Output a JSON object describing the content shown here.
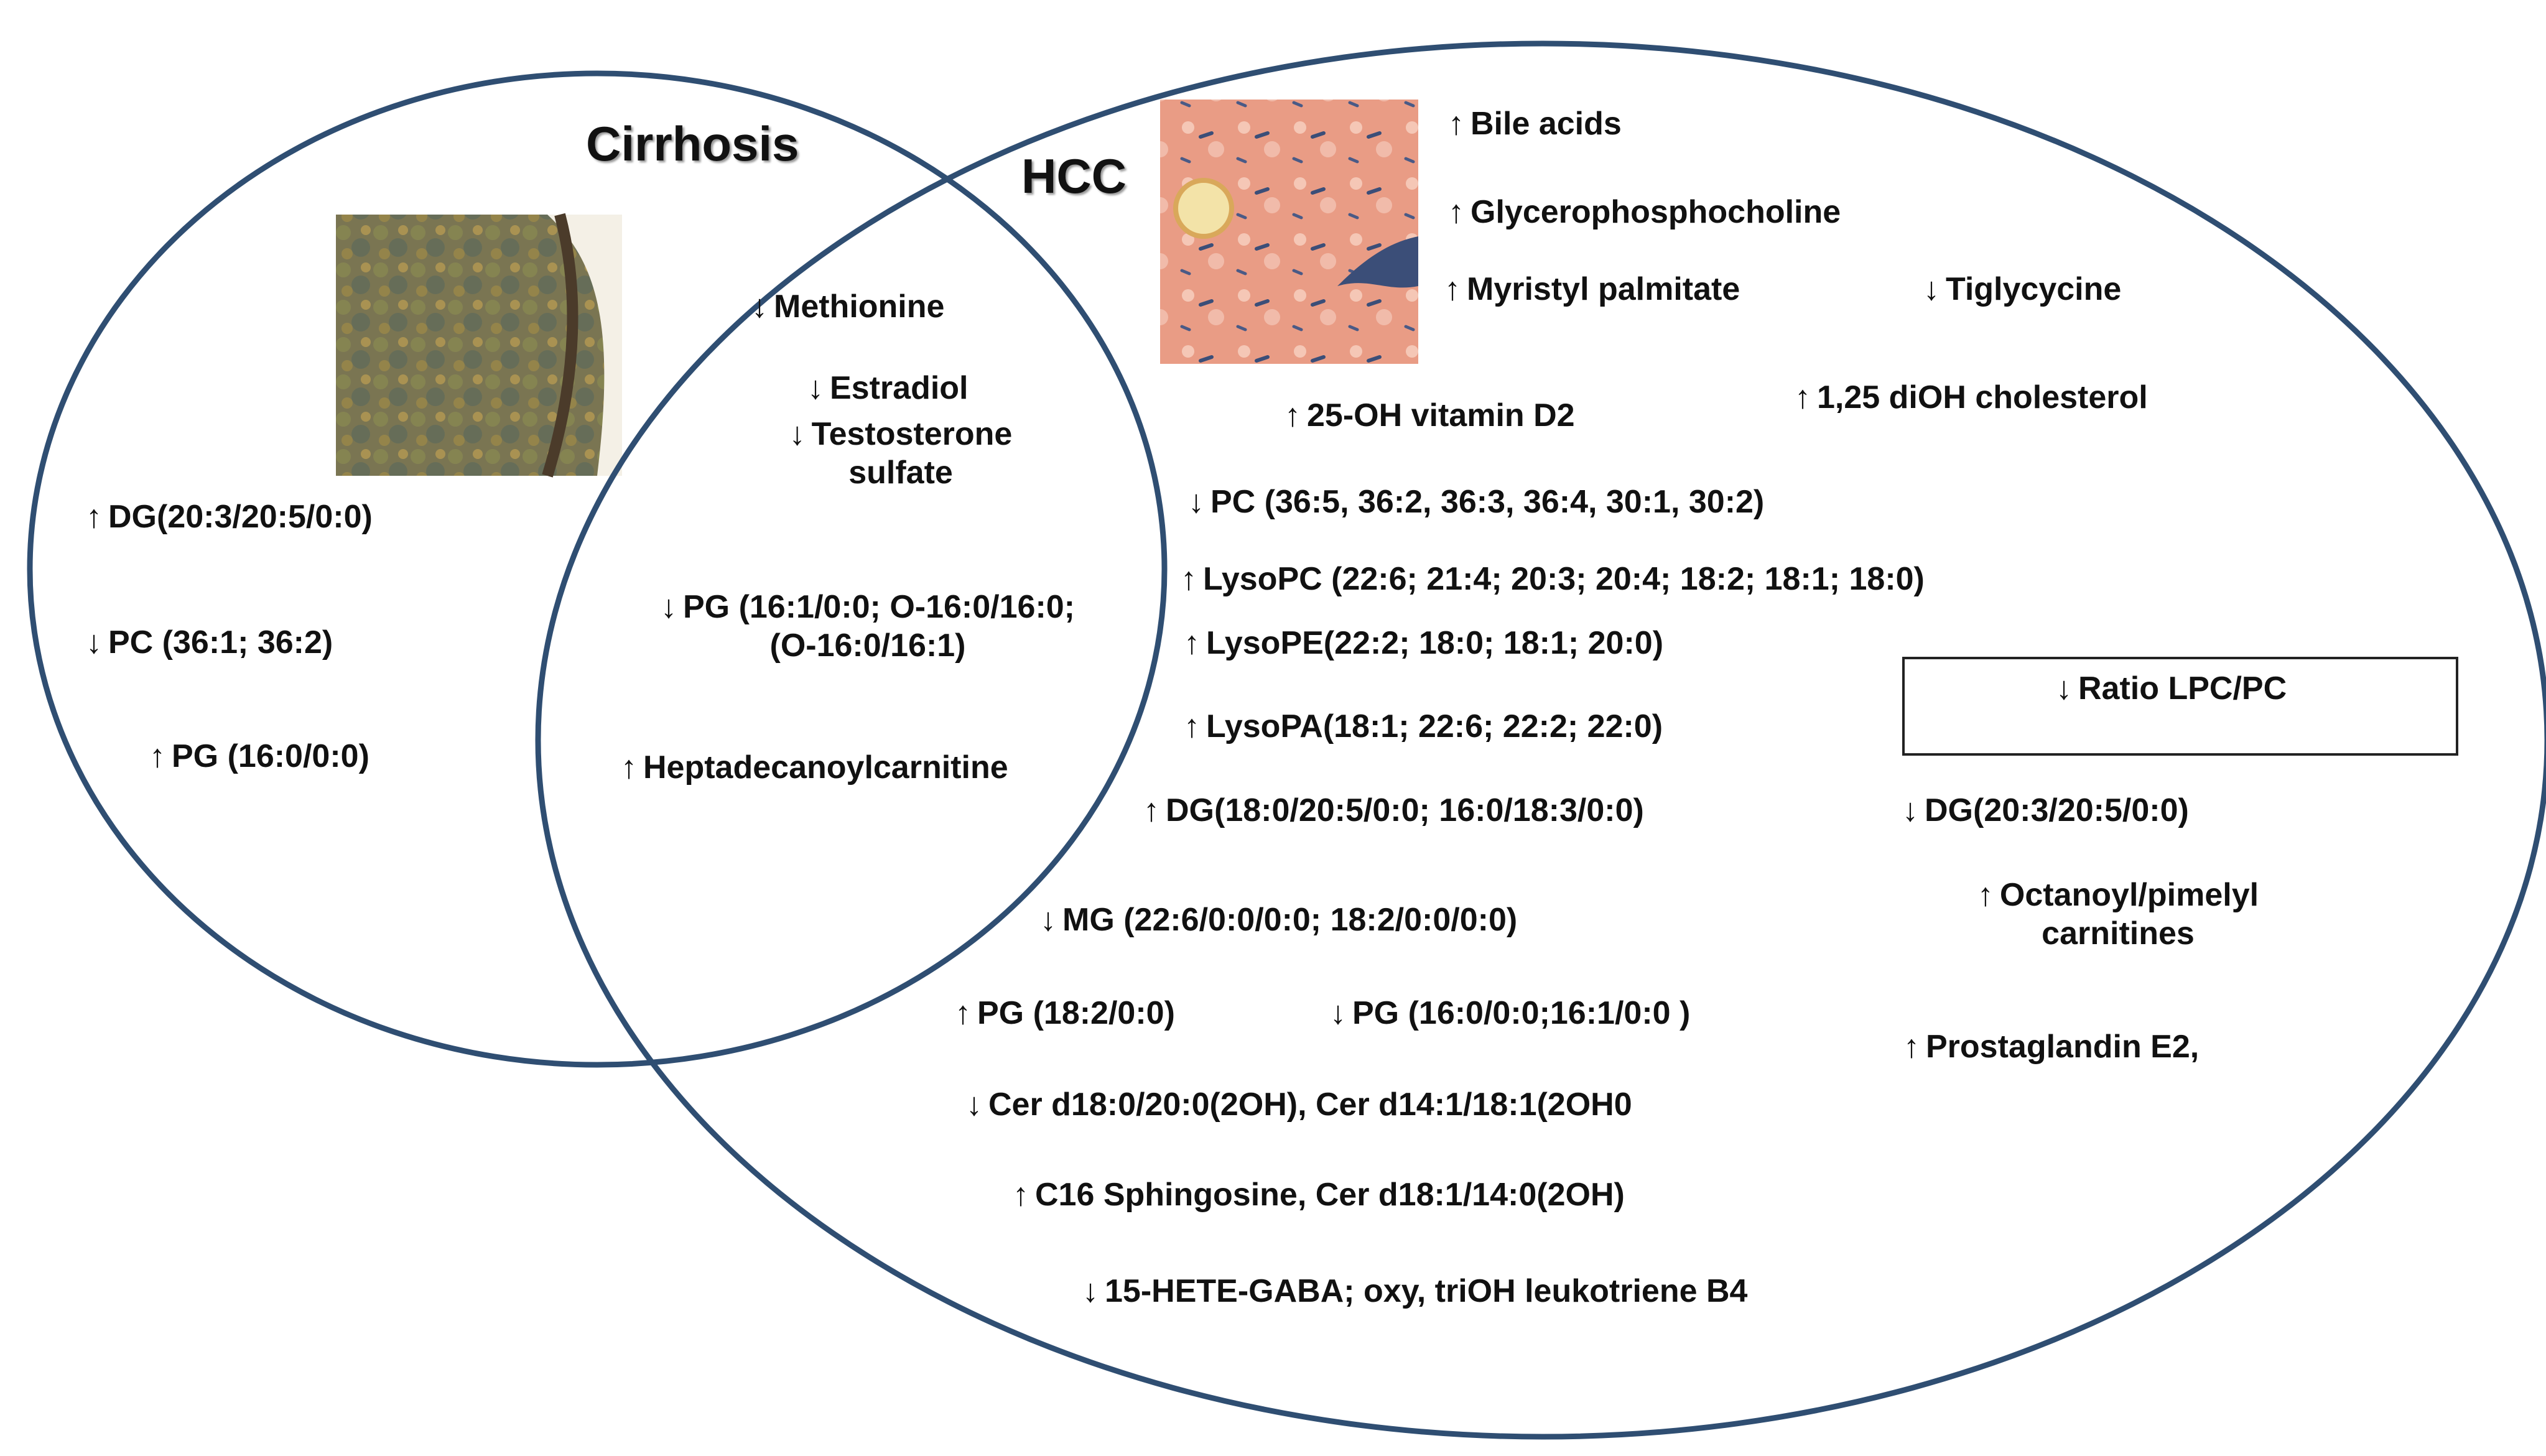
{
  "titles": {
    "cirrhosis": "Cirrhosis",
    "hcc": "HCC"
  },
  "icons": {
    "up": "↑",
    "down": "↓"
  },
  "colors": {
    "circle_stroke": "#2f4e72",
    "text": "#111111",
    "box_stroke": "#222222"
  },
  "images": {
    "cirrhosis_image": "cirrhotic-liver-tissue",
    "hcc_image": "hcc-histology-tissue"
  },
  "cirrhosis_only": [
    {
      "dir": "↑",
      "text": "DG(20:3/20:5/0:0)"
    },
    {
      "dir": "↓",
      "text": "PC (36:1; 36:2)"
    },
    {
      "dir": "↑",
      "text": "PG (16:0/0:0)"
    }
  ],
  "overlap": [
    {
      "dir": "↓",
      "text": "Methionine"
    },
    {
      "dir": "↓",
      "text": "Estradiol"
    },
    {
      "dir": "↓",
      "text": "Testosterone",
      "line2": "sulfate"
    },
    {
      "dir": "↓",
      "text": "PG (16:1/0:0; O-16:0/16:0;",
      "line2": "(O-16:0/16:1)"
    },
    {
      "dir": "↑",
      "text": "Heptadecanoylcarnitine"
    }
  ],
  "hcc_only": [
    {
      "dir": "↑",
      "text": "Bile acids"
    },
    {
      "dir": "↑",
      "text": "Glycerophosphocholine"
    },
    {
      "dir": "↑",
      "text": "Myristyl palmitate"
    },
    {
      "dir": "↓",
      "text": "Tiglycycine"
    },
    {
      "dir": "↑",
      "text": "25-OH vitamin D2"
    },
    {
      "dir": "↑",
      "text": "1,25 diOH cholesterol"
    },
    {
      "dir": "↓",
      "text": "PC (36:5, 36:2, 36:3, 36:4, 30:1, 30:2)"
    },
    {
      "dir": "↑",
      "text": "LysoPC (22:6; 21:4; 20:3; 20:4; 18:2; 18:1; 18:0)"
    },
    {
      "dir": "↑",
      "text": "LysoPE(22:2; 18:0; 18:1; 20:0)"
    },
    {
      "dir": "↓",
      "text": "Ratio LPC/PC"
    },
    {
      "dir": "↑",
      "text": "LysoPA(18:1; 22:6; 22:2; 22:0)"
    },
    {
      "dir": "↑",
      "text": "DG(18:0/20:5/0:0; 16:0/18:3/0:0)"
    },
    {
      "dir": "↓",
      "text": "DG(20:3/20:5/0:0)"
    },
    {
      "dir": "↑",
      "text": "Octanoyl/pimelyl",
      "line2": "carnitines"
    },
    {
      "dir": "↓",
      "text": "MG (22:6/0:0/0:0; 18:2/0:0/0:0)"
    },
    {
      "dir": "↑",
      "text": "PG (18:2/0:0)"
    },
    {
      "dir": "↓",
      "text": "PG (16:0/0:0;16:1/0:0 )"
    },
    {
      "dir": "↑",
      "text": "Prostaglandin E2,"
    },
    {
      "dir": "↓",
      "text": "Cer d18:0/20:0(2OH), Cer d14:1/18:1(2OH0"
    },
    {
      "dir": "↑",
      "text": "C16 Sphingosine, Cer d18:1/14:0(2OH)"
    },
    {
      "dir": "↓",
      "text": "15-HETE-GABA; oxy, triOH leukotriene B4"
    }
  ]
}
